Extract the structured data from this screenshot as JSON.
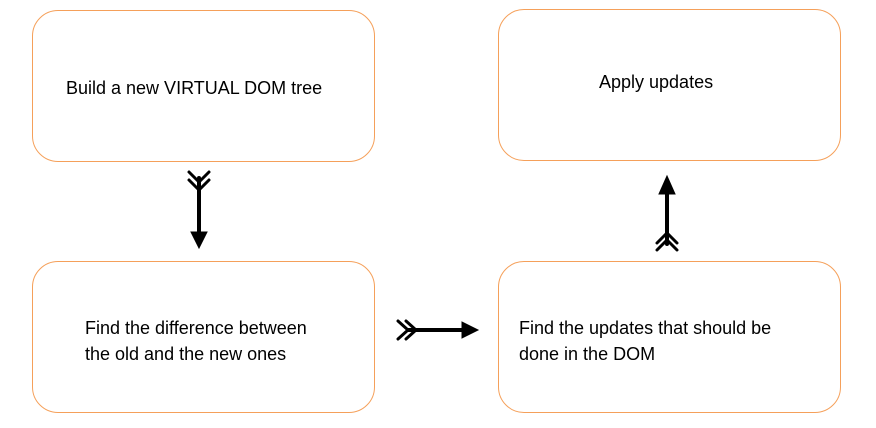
{
  "diagram": {
    "boxes": {
      "build": "Build a new VIRTUAL DOM tree",
      "apply": "Apply updates",
      "find_difference": "Find the difference between\n the old and the new ones",
      "find_updates": "Find the updates that should be\ndone in the DOM"
    },
    "colors": {
      "box_border": "#f5a05a",
      "arrow": "#000000"
    }
  }
}
